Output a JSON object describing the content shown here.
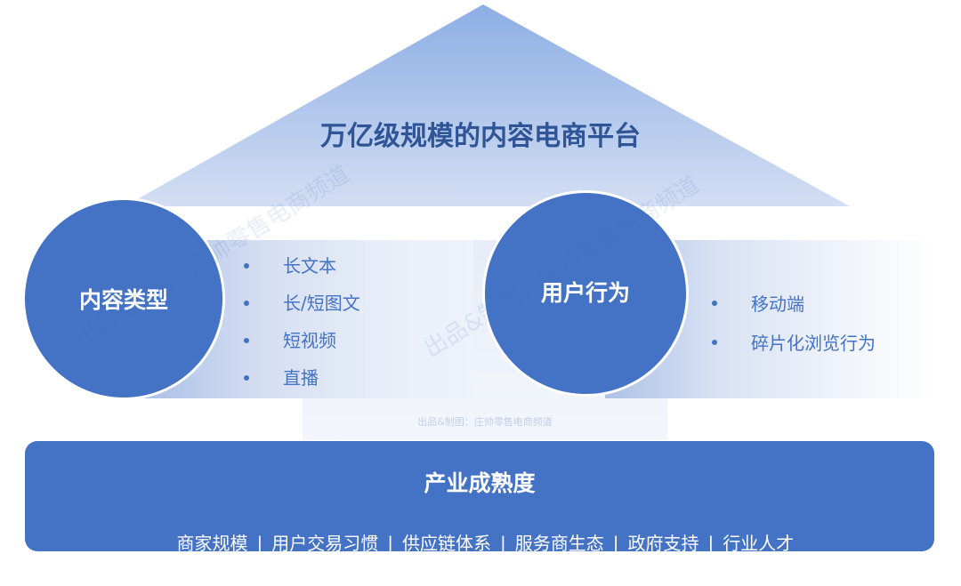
{
  "roof": {
    "title": "万亿级规模的内容电商平台",
    "gradient_top": "#8eaee3",
    "gradient_bottom": "#d2ddf2"
  },
  "pillars": [
    {
      "label": "内容类型",
      "items": [
        "长文本",
        "长/短图文",
        "短视频",
        "直播"
      ]
    },
    {
      "label": "用户行为",
      "items": [
        "移动端",
        "碎片化浏览行为"
      ]
    }
  ],
  "caption": "出品&制图：庄帅零售电商频道",
  "foundation": {
    "title": "产业成熟度",
    "items": [
      "商家规模",
      "用户交易习惯",
      "供应链体系",
      "服务商生态",
      "政府支持",
      "行业人才"
    ],
    "separator": "|"
  },
  "watermarks": [
    "出品&制图：庄帅零售电商频道",
    "出品&制图：庄帅零售电商频道"
  ],
  "colors": {
    "primary": "#4472c4",
    "title_text": "#2f5597",
    "white": "#ffffff"
  }
}
